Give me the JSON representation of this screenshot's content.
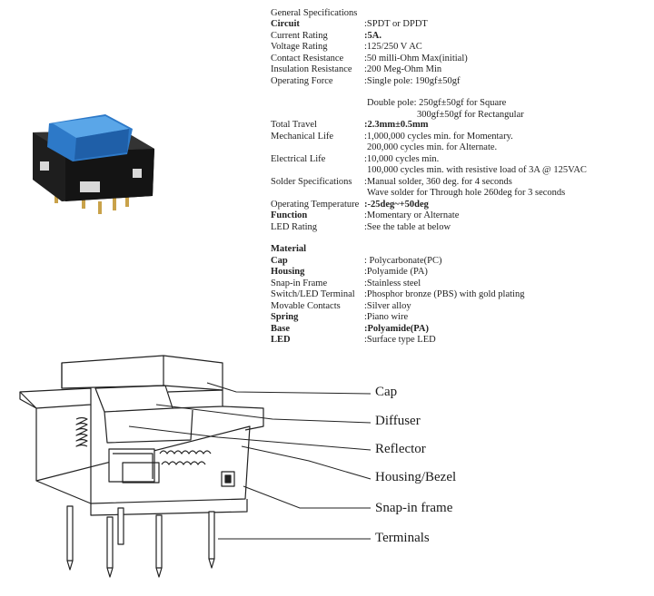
{
  "general": {
    "title": "General Specifications",
    "rows": [
      {
        "label": "Circuit",
        "value": ":SPDT or DPDT",
        "label_bold": true
      },
      {
        "label": "Current Rating",
        "value": ":5A.",
        "value_bold": true
      },
      {
        "label": "Voltage Rating",
        "value": ":125/250 V AC"
      },
      {
        "label": "Contact Resistance",
        "value": ":50 milli-Ohm Max(initial)"
      },
      {
        "label": "Insulation Resistance",
        "value": ":200 Meg-Ohm Min"
      },
      {
        "label": "Operating Force",
        "value": ":Single pole: 190gf±50gf"
      }
    ],
    "force_double_1": "Double pole: 250gf±50gf for Square",
    "force_double_2": "300gf±50gf for Rectangular",
    "rows2": [
      {
        "label": "Total Travel",
        "value": ":2.3mm±0.5mm",
        "value_bold": true
      },
      {
        "label": "Mechanical Life",
        "value": ":1,000,000 cycles min. for Momentary."
      }
    ],
    "mech_cont": "200,000 cycles min. for Alternate.",
    "elec_label": "Electrical Life",
    "elec_value": ":10,000 cycles min.",
    "elec_cont": "100,000 cycles min. with resistive load of 3A @ 125VAC",
    "solder_label": "Solder Specifications",
    "solder_value": ":Manual solder, 360 deg. for 4 seconds",
    "solder_cont": "Wave solder for Through hole 260deg for 3 seconds",
    "rows3": [
      {
        "label": "Operating Temperature",
        "value": ":-25deg~+50deg",
        "value_bold": true
      },
      {
        "label": "Function",
        "value": ":Momentary or Alternate",
        "label_bold": true
      },
      {
        "label": "LED Rating",
        "value": ":See the table at below"
      }
    ]
  },
  "material": {
    "title": "Material",
    "rows": [
      {
        "label": "Cap",
        "value": ": Polycarbonate(PC)",
        "label_bold": true
      },
      {
        "label": "Housing",
        "value": ":Polyamide (PA)",
        "label_bold": true
      },
      {
        "label": "Snap-in Frame",
        "value": ":Stainless steel"
      },
      {
        "label": "Switch/LED Terminal",
        "value": ":Phosphor bronze (PBS) with gold plating"
      },
      {
        "label": "Movable Contacts",
        "value": ":Silver alloy"
      },
      {
        "label": "Spring",
        "value": ":Piano wire",
        "label_bold": true
      },
      {
        "label": "Base",
        "value": ":Polyamide(PA)",
        "label_bold": true,
        "value_bold": true
      },
      {
        "label": "LED",
        "value": ":Surface type  LED",
        "label_bold": true
      }
    ]
  },
  "callouts": [
    "Cap",
    "Diffuser",
    "Reflector",
    "Housing/Bezel",
    "Snap-in frame",
    "Terminals"
  ],
  "colors": {
    "cap_blue": "#2d79c8",
    "cap_blue_light": "#5aa6e8",
    "housing_black": "#1e1e1e",
    "pin_gold": "#c9a24a"
  }
}
